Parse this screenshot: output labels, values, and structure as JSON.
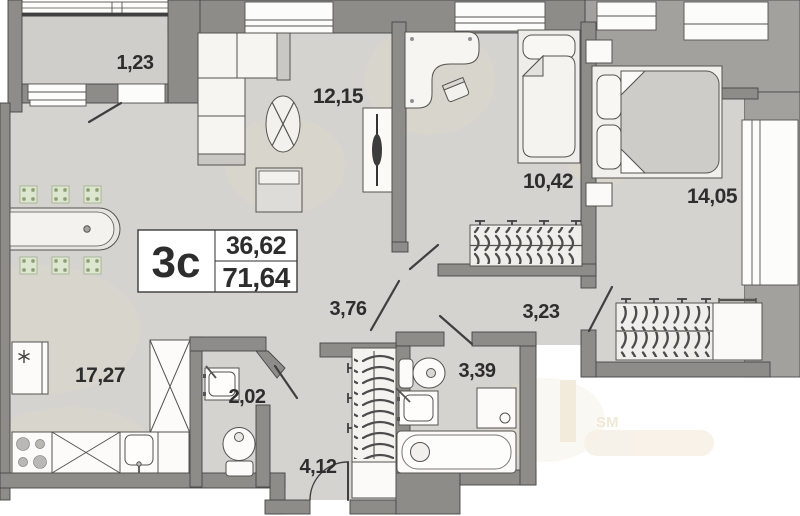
{
  "plan": {
    "title_block": {
      "flat_type": "3с",
      "living_area": "36,62",
      "total_area": "71,64"
    },
    "rooms": {
      "balcony": {
        "area": "1,23"
      },
      "living": {
        "area": "12,15"
      },
      "kitchen": {
        "area": "17,27"
      },
      "bedroom1": {
        "area": "10,42"
      },
      "bedroom2": {
        "area": "14,05"
      },
      "corridor1": {
        "area": "3,76"
      },
      "corridor2": {
        "area": "3,23"
      },
      "wc": {
        "area": "2,02"
      },
      "hallway": {
        "area": "4,12"
      },
      "bathroom": {
        "area": "3,39"
      }
    },
    "watermark": "SM",
    "colors": {
      "wall": "#8d8c89",
      "outside": "#a2a19e",
      "floor": "#d4d3d0",
      "furniture": "#f6f5f1",
      "chair_green": "#dde6cf",
      "text": "#2d2d2d"
    }
  }
}
